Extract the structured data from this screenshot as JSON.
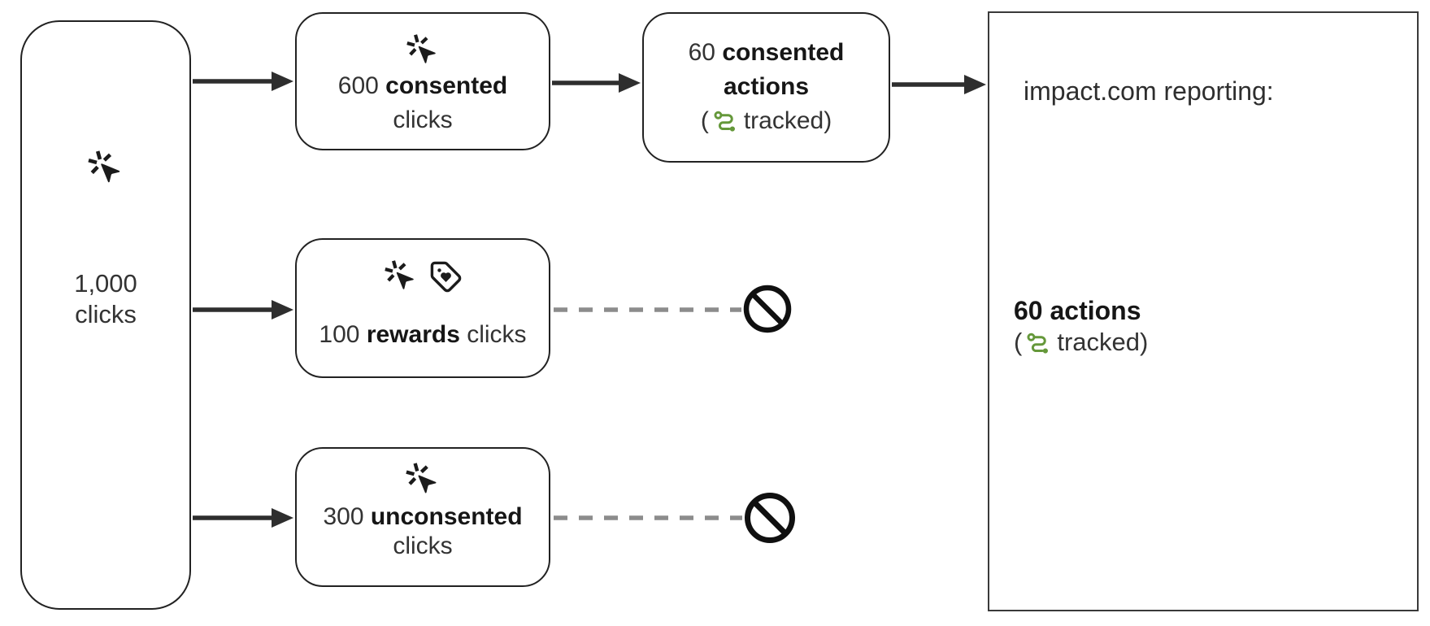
{
  "nodes": {
    "total_clicks": {
      "value": "1,000",
      "unit": "clicks"
    },
    "consented_clicks": {
      "count": "600 ",
      "emphasis": "consented",
      "unit": "clicks"
    },
    "consented_actions": {
      "count": "60 ",
      "emphasis_line1": "consented",
      "emphasis_line2": "actions",
      "paren_open": "(",
      "tracked_label": "tracked)"
    },
    "rewards_clicks": {
      "count": "100 ",
      "emphasis": "rewards",
      "unit": " clicks"
    },
    "unconsented_clicks": {
      "count": "300 ",
      "emphasis": "unconsented",
      "unit": "clicks"
    },
    "impact_reporting": {
      "title": "impact.com reporting:",
      "total_actions": "60 actions",
      "paren_open": "(",
      "tracked_label": "tracked)"
    }
  },
  "icons": {
    "click": "mouse-pointer-click",
    "tag_heart": "tag-heart",
    "route": "route-tracked",
    "blocked": "prohibition"
  },
  "colors": {
    "tracked_green": "#65983a",
    "arrow_dark": "#2e2e2e",
    "dashed_gray": "#8c8c8c",
    "border_dark": "#222222",
    "text": "#2e2e2e"
  }
}
